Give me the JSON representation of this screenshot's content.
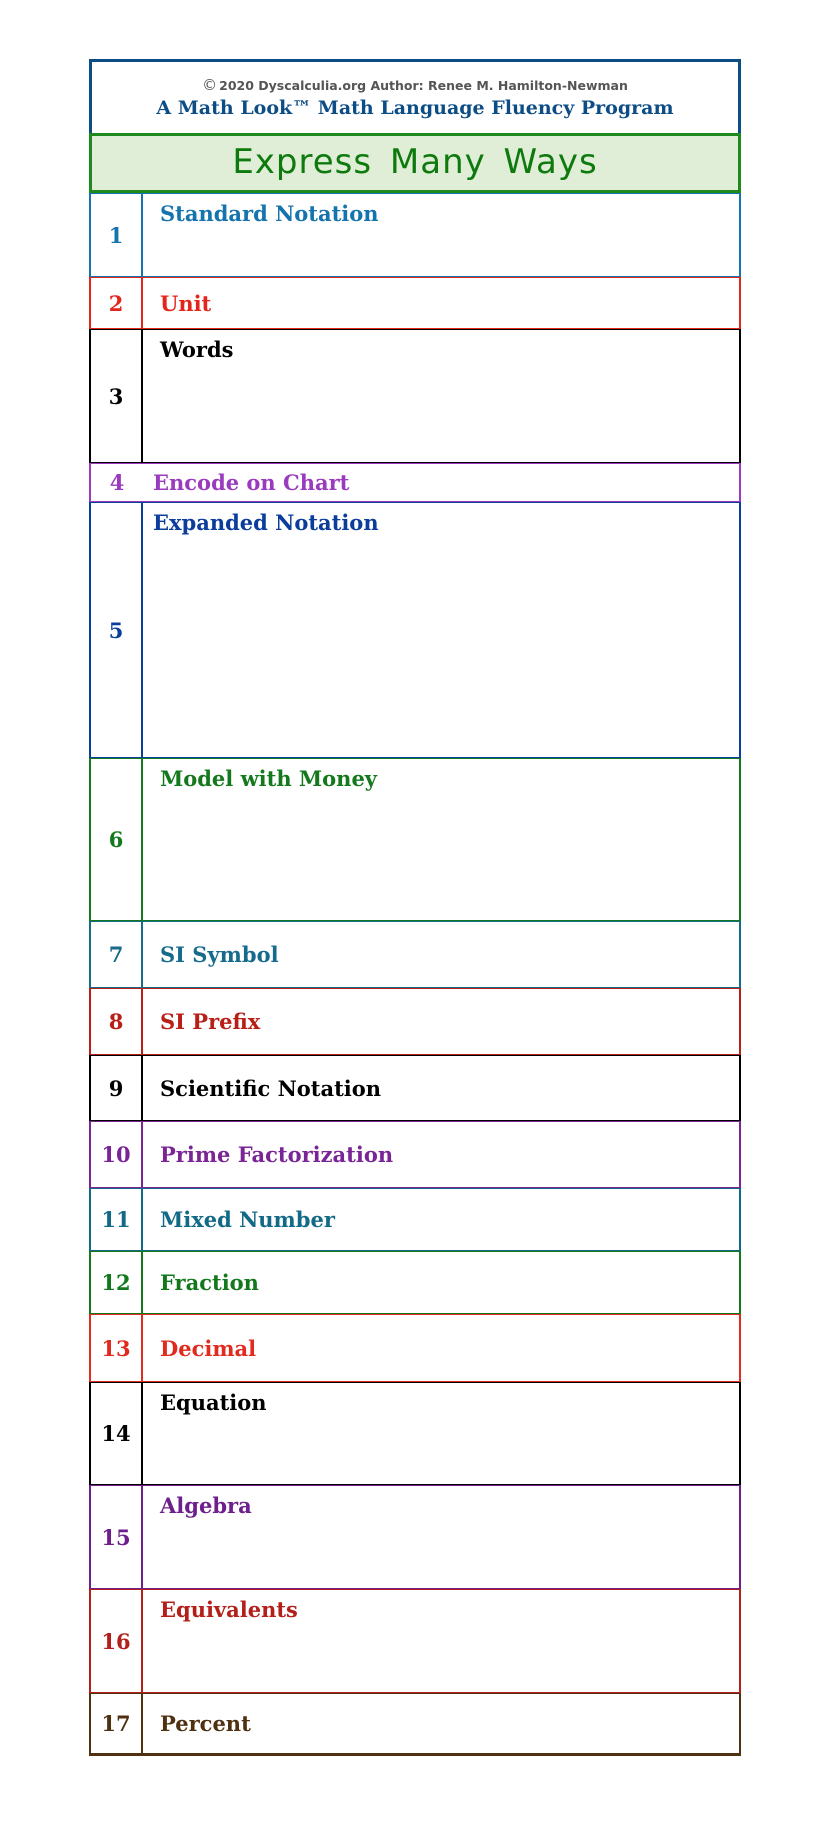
{
  "header": {
    "copyright_symbol": "©",
    "copyright": "2020 Dyscalculia.org  Author: Renee M. Hamilton-Newman",
    "program": "A Math Look™  Math Language Fluency Program"
  },
  "banner": {
    "title": "Express  Many  Ways"
  },
  "rows": [
    {
      "num": "1",
      "label": "Standard Notation",
      "color": "#1573ad"
    },
    {
      "num": "2",
      "label": "Unit",
      "color": "#e3261c"
    },
    {
      "num": "3",
      "label": "Words",
      "color": "#000000"
    },
    {
      "num": "4",
      "label": "Encode on Chart",
      "color": "#9a3bbf"
    },
    {
      "num": "5",
      "label": "Expanded Notation",
      "color": "#0b3d9c"
    },
    {
      "num": "6",
      "label": "Model with Money",
      "color": "#14791c"
    },
    {
      "num": "7",
      "label": "SI Symbol",
      "color": "#166a8c"
    },
    {
      "num": "8",
      "label": "SI Prefix",
      "color": "#b81f16"
    },
    {
      "num": "9",
      "label": "Scientific Notation",
      "color": "#000000"
    },
    {
      "num": "10",
      "label": "Prime Factorization",
      "color": "#7a2596"
    },
    {
      "num": "11",
      "label": "Mixed Number",
      "color": "#136a86"
    },
    {
      "num": "12",
      "label": "Fraction",
      "color": "#13781b"
    },
    {
      "num": "13",
      "label": "Decimal",
      "color": "#e02b1e"
    },
    {
      "num": "14",
      "label": "Equation",
      "color": "#000000"
    },
    {
      "num": "15",
      "label": "Algebra",
      "color": "#6e1f8c"
    },
    {
      "num": "16",
      "label": "Equivalents",
      "color": "#b3201a"
    },
    {
      "num": "17",
      "label": "Percent",
      "color": "#4f3010"
    }
  ]
}
